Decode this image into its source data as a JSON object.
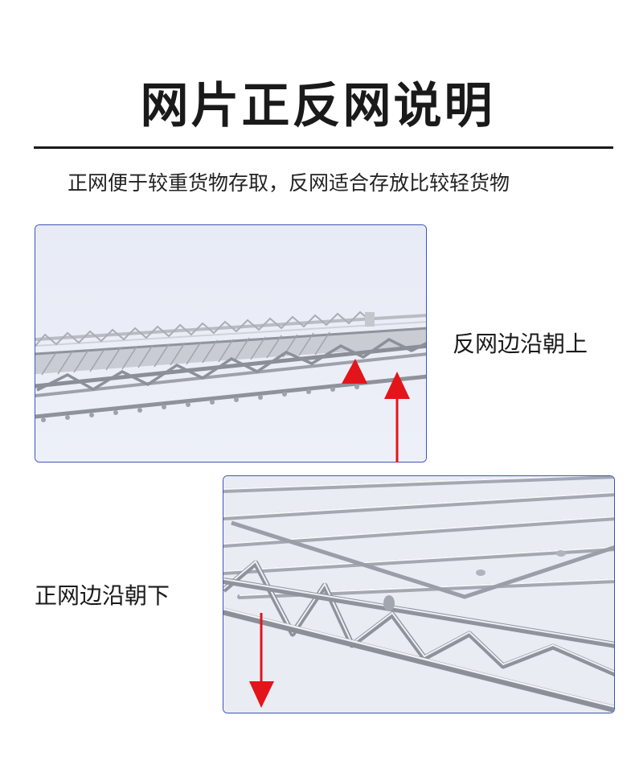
{
  "page": {
    "title": "网片正反网说明",
    "subtitle": "正网便于较重货物存取，反网适合存放比较轻货物"
  },
  "callouts": {
    "reverse_label": "反网边沿朝上",
    "front_label": "正网边沿朝下"
  },
  "colors": {
    "arrow": "#e4141b",
    "frame_border": "#3f55b8",
    "title_rule": "#1a1a1a"
  },
  "images": {
    "top": "wire-shelf-edge-up-photo",
    "bottom": "wire-shelf-edge-down-photo"
  }
}
